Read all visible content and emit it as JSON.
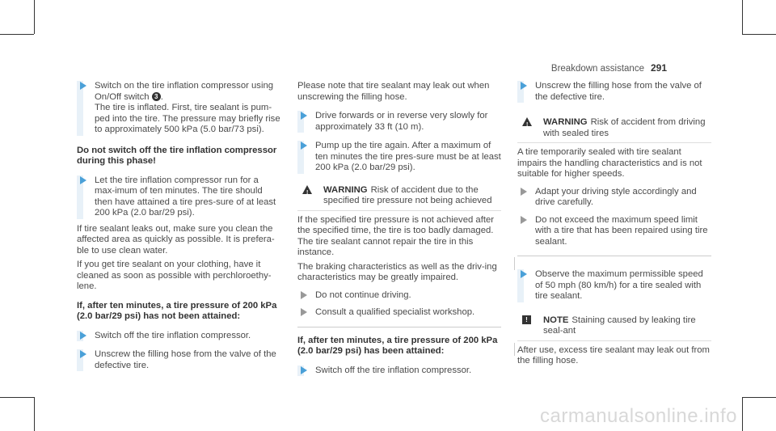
{
  "header": {
    "section": "Breakdown assistance",
    "page": "291"
  },
  "col1": {
    "step1": {
      "line1": "Switch on the tire inflation compressor using",
      "line2_pre": "On/Off switch",
      "badge": "3",
      "line2_post": ".",
      "rest": "The tire is inflated. First, tire sealant is pum-ped into the tire. The pressure may briefly rise to approximately 500 kPa (5.0 bar/73 psi)."
    },
    "heading1": "Do not switch off the tire inflation compressor during this phase!",
    "step2": "Let the tire inflation compressor run for a max-imum of ten minutes. The tire should then have attained a tire pres-sure of at least 200 kPa (2.0 bar/29 psi).",
    "para1": "If tire sealant leaks out, make sure you clean the affected area as quickly as possible. It is prefera-ble to use clean water.",
    "para2": "If you get tire sealant on your clothing, have it cleaned as soon as possible with perchloroethy-lene.",
    "heading2": "If, after ten minutes, a tire pressure of 200 kPa (2.0 bar/29 psi) has not been attained:",
    "step3": "Switch off the tire inflation compressor.",
    "step4": "Unscrew the filling hose from the valve of the defective tire."
  },
  "col2": {
    "para1": "Please note that tire sealant may leak out when unscrewing the filling hose.",
    "step1": "Drive forwards or in reverse very slowly for approximately 33 ft (10 m).",
    "step2": "Pump up the tire again. After a maximum of ten minutes the tire pres-sure must be at least 200 kPa (2.0 bar/29 psi).",
    "warning": {
      "label": "WARNING",
      "title": "Risk of accident due to the specified tire pressure not being achieved",
      "para1": "If the specified tire pressure is not achieved after the specified time, the tire is too badly damaged. The tire sealant cannot repair the tire in this instance.",
      "para2": "The braking characteristics as well as the driv-ing characteristics may be greatly impaired.",
      "step1": "Do not continue driving.",
      "step2": "Consult a qualified specialist workshop."
    },
    "heading1": "If, after ten minutes, a tire pressure of 200 kPa (2.0 bar/29 psi) has been attained:",
    "step3": "Switch off the tire inflation compressor."
  },
  "col3": {
    "step1": "Unscrew the filling hose from the valve of the defective tire.",
    "warning": {
      "label": "WARNING",
      "title": "Risk of accident from driving with sealed tires",
      "para1": "A tire temporarily sealed with tire sealant impairs the handling characteristics and is not suitable for higher speeds.",
      "step1": "Adapt your driving style accordingly and drive carefully.",
      "step2": "Do not exceed the maximum speed limit with a tire that has been repaired using tire sealant."
    },
    "step2": "Observe the maximum permissible speed of 50 mph (80 km/h) for a tire sealed with tire sealant.",
    "note": {
      "label": "NOTE",
      "title": "Staining caused by leaking tire seal-ant",
      "para1": "After use, excess tire sealant may leak out from the filling hose."
    }
  },
  "watermark": "carmanualsonline.info",
  "colors": {
    "accent": "#4aa0d8",
    "step_bar": "#e8f1f8",
    "text": "#4a4a4a"
  }
}
